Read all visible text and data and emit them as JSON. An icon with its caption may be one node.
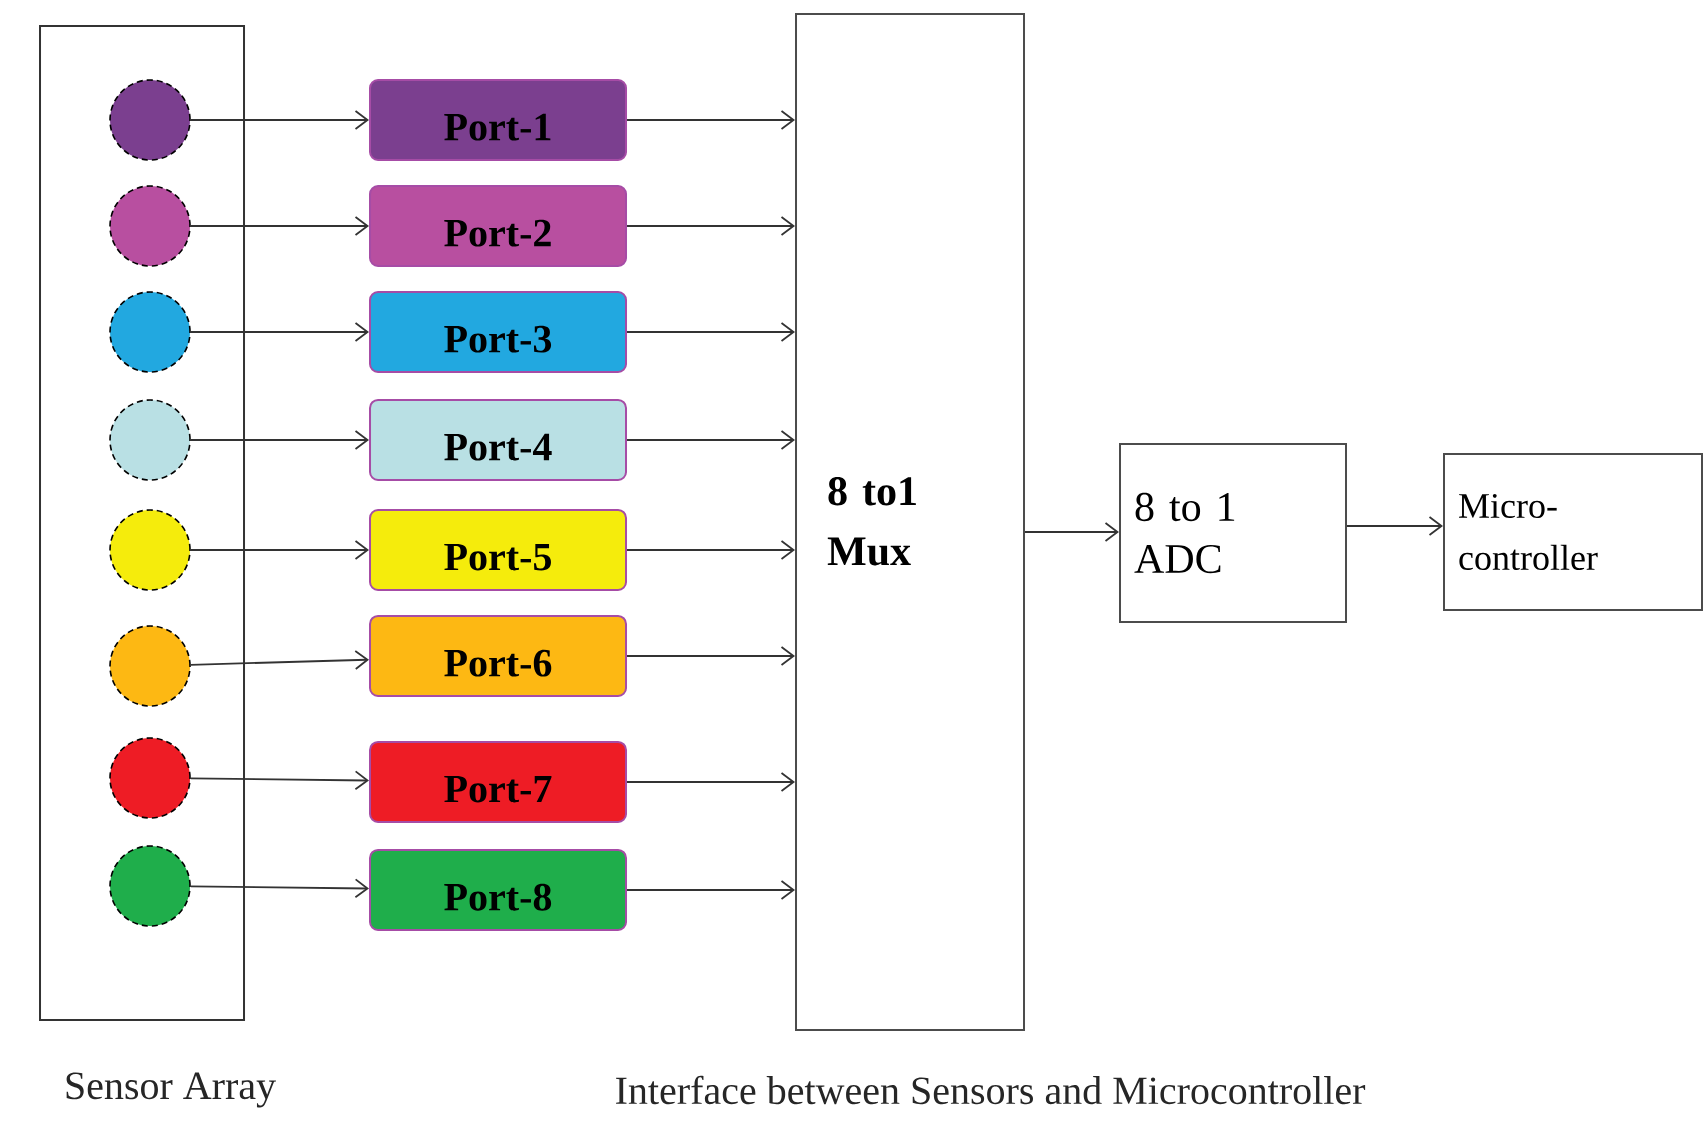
{
  "diagram": {
    "caption": "Interface between Sensors and Microcontroller",
    "nodes": [
      {
        "text": [
          "Sensor Array"
        ]
      },
      {
        "text": [],
        "shape": "circle",
        "in": 0
      },
      {
        "text": [],
        "shape": "circle",
        "in": 0
      },
      {
        "text": [],
        "shape": "circle",
        "in": 0
      },
      {
        "text": [],
        "shape": "circle",
        "in": 0
      },
      {
        "text": [],
        "shape": "circle",
        "in": 0
      },
      {
        "text": [],
        "shape": "circle",
        "in": 0
      },
      {
        "text": [],
        "shape": "circle",
        "in": 0
      },
      {
        "text": [],
        "shape": "circle",
        "in": 0
      },
      {
        "text": [
          "Port-1"
        ]
      },
      {
        "text": [
          "Port-2"
        ]
      },
      {
        "text": [
          "Port-3"
        ]
      },
      {
        "text": [
          "Port-4"
        ]
      },
      {
        "text": [
          "Port-5"
        ]
      },
      {
        "text": [
          "Port-6"
        ]
      },
      {
        "text": [
          "Port-7"
        ]
      },
      {
        "text": [
          "Port-8"
        ]
      },
      {
        "text": [
          "8 to1 Mux"
        ]
      },
      {
        "text": [
          "8 to 1 ADC"
        ]
      },
      {
        "text": [
          "Micro- controller"
        ]
      }
    ],
    "edges": [
      {
        "from": 1,
        "to": 9,
        "arrow": "to"
      },
      {
        "from": 2,
        "to": 10,
        "arrow": "to"
      },
      {
        "from": 3,
        "to": 11,
        "arrow": "to"
      },
      {
        "from": 4,
        "to": 12,
        "arrow": "to"
      },
      {
        "from": 5,
        "to": 13,
        "arrow": "to"
      },
      {
        "from": 6,
        "to": 14,
        "arrow": "to"
      },
      {
        "from": 7,
        "to": 15,
        "arrow": "to"
      },
      {
        "from": 8,
        "to": 16,
        "arrow": "to"
      },
      {
        "from": 9,
        "to": 17,
        "arrow": "to"
      },
      {
        "from": 10,
        "to": 17,
        "arrow": "to"
      },
      {
        "from": 11,
        "to": 17,
        "arrow": "to"
      },
      {
        "from": 12,
        "to": 17,
        "arrow": "to"
      },
      {
        "from": 13,
        "to": 17,
        "arrow": "to"
      },
      {
        "from": 14,
        "to": 17,
        "arrow": "to"
      },
      {
        "from": 15,
        "to": 17,
        "arrow": "to"
      },
      {
        "from": 16,
        "to": 17,
        "arrow": "to"
      },
      {
        "from": 17,
        "to": 18,
        "arrow": "to"
      },
      {
        "from": 18,
        "to": 19,
        "arrow": "to"
      }
    ]
  }
}
